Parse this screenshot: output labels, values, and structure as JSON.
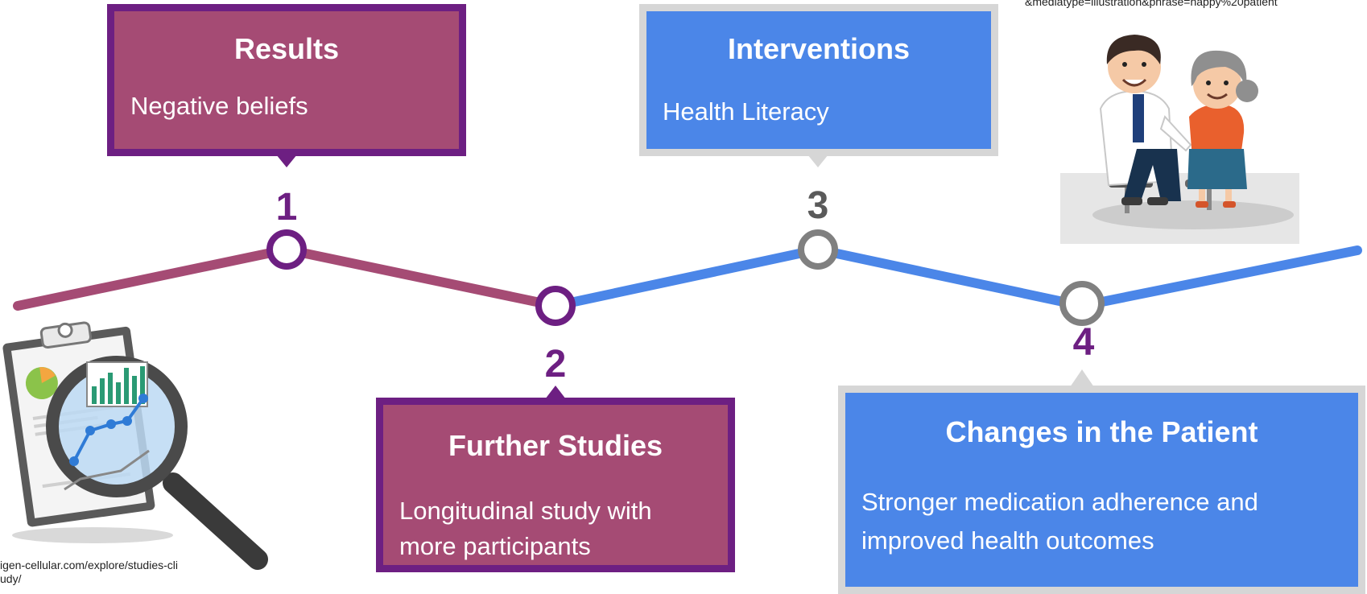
{
  "colors": {
    "plum": "#a54b74",
    "purple": "#6d1f82",
    "blue": "#4b86e8",
    "gray": "#808080",
    "light_gray": "#d6d6d6"
  },
  "steps": [
    {
      "number": "1",
      "title": "Results",
      "text": "Negative beliefs"
    },
    {
      "number": "2",
      "title": "Further Studies",
      "text": "Longitudinal study with more participants"
    },
    {
      "number": "3",
      "title": "Interventions",
      "text": "Health Literacy"
    },
    {
      "number": "4",
      "title": "Changes in the Patient",
      "text": "Stronger medication adherence and improved health outcomes"
    }
  ],
  "credits": {
    "left": "igen-cellular.com/explore/studies-cli\nudy/",
    "right": "&mediatype=illustration&phrase=happy%20patient"
  },
  "images": {
    "left": "clipboard-magnifier-illustration",
    "right": "doctor-and-patient-illustration"
  }
}
